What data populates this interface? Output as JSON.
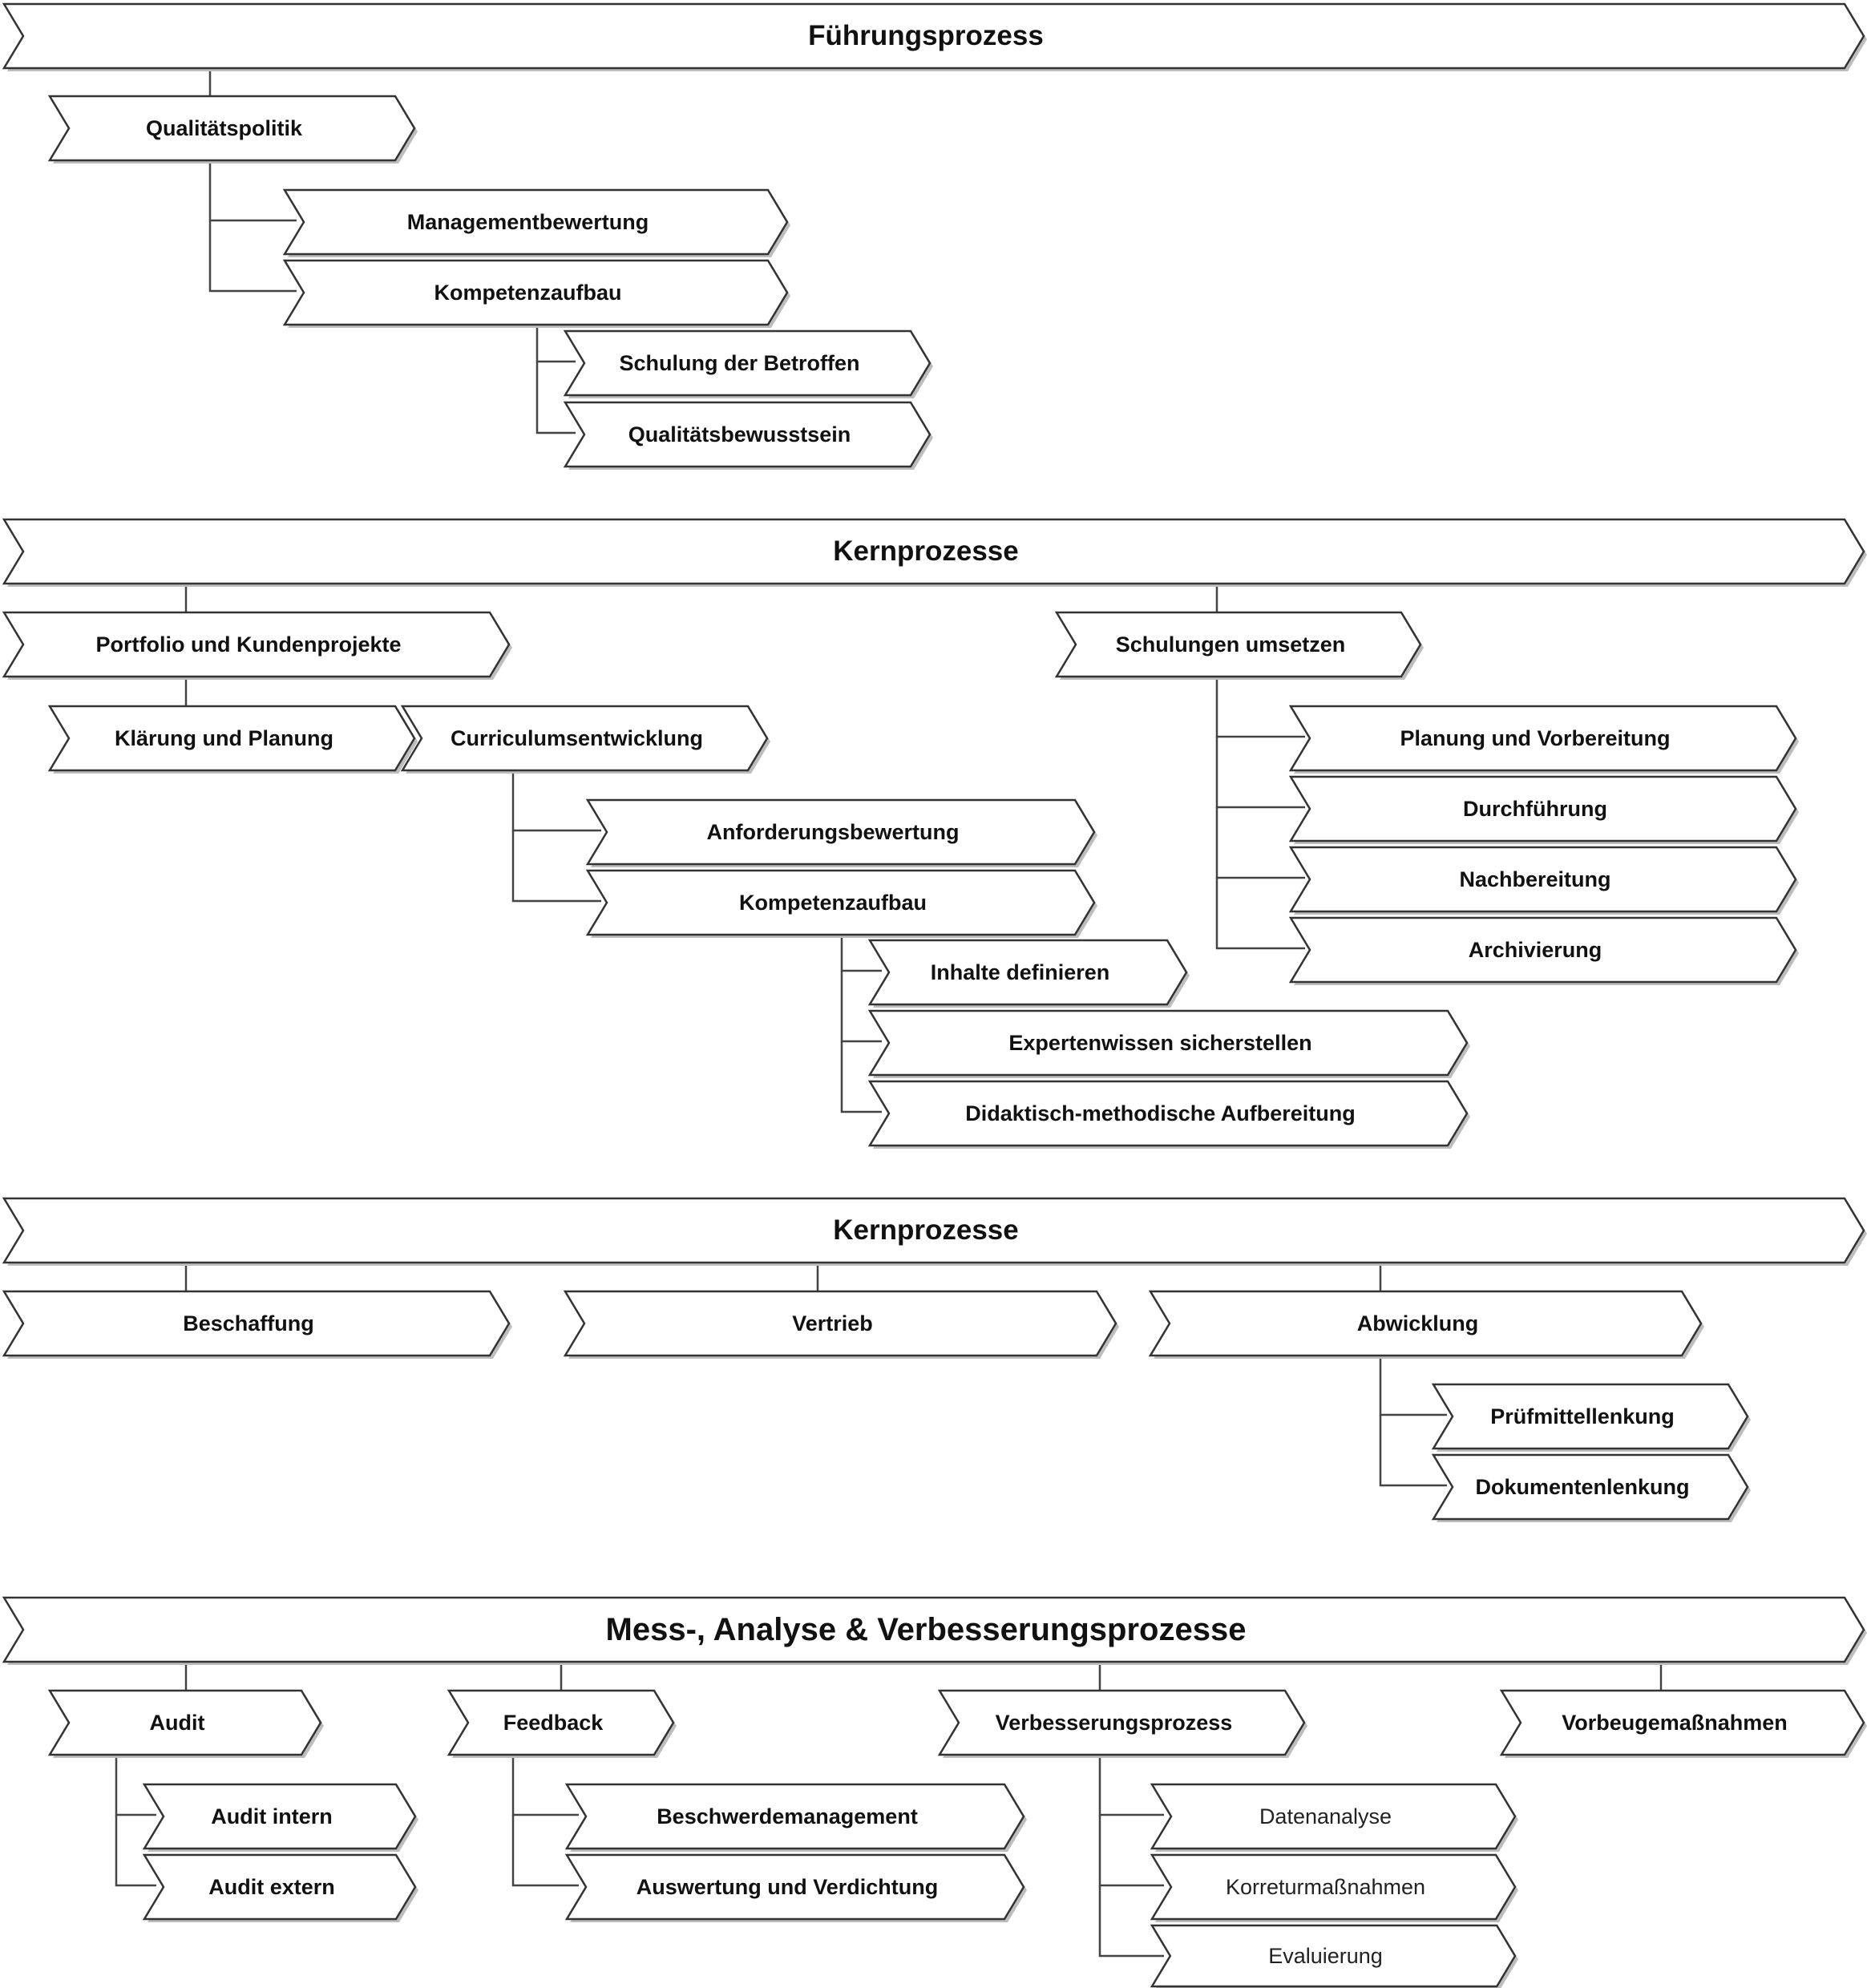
{
  "sections": [
    {
      "title": "Führungsprozess",
      "nodes": {
        "qualitaetspolitik": "Qualitätspolitik",
        "managementbewertung": "Managementbewertung",
        "kompetenzaufbau": "Kompetenzaufbau",
        "schulung_der_betroffen": "Schulung der Betroffen",
        "qualitaetsbewusstsein": "Qualitätsbewusstsein"
      }
    },
    {
      "title": "Kernprozesse",
      "nodes": {
        "portfolio": "Portfolio und Kundenprojekte",
        "schulungen_umsetzen": "Schulungen umsetzen",
        "klaerung": "Klärung und Planung",
        "curriculum": "Curriculumsentwicklung",
        "anforderungsbewertung": "Anforderungsbewertung",
        "kompetenzaufbau": "Kompetenzaufbau",
        "inhalte": "Inhalte definieren",
        "expertenwissen": "Expertenwissen sicherstellen",
        "didaktisch": "Didaktisch-methodische Aufbereitung",
        "planung_vorbereitung": "Planung und Vorbereitung",
        "durchfuehrung": "Durchführung",
        "nachbereitung": "Nachbereitung",
        "archivierung": "Archivierung"
      }
    },
    {
      "title": "Kernprozesse",
      "nodes": {
        "beschaffung": "Beschaffung",
        "vertrieb": "Vertrieb",
        "abwicklung": "Abwicklung",
        "pruefmittellenkung": "Prüfmittellenkung",
        "dokumentenlenkung": "Dokumentenlenkung"
      }
    },
    {
      "title": "Mess-, Analyse & Verbesserungsprozesse",
      "nodes": {
        "audit": "Audit",
        "feedback": "Feedback",
        "verbesserungsprozess": "Verbesserungsprozess",
        "vorbeugemassnahmen": "Vorbeugemaßnahmen",
        "audit_intern": "Audit intern",
        "audit_extern": "Audit extern",
        "beschwerdemanagement": "Beschwerdemanagement",
        "auswertung": "Auswertung und Verdichtung",
        "datenanalyse": "Datenanalyse",
        "korreturmassnahmen": "Korreturmaßnahmen",
        "evaluierung": "Evaluierung"
      }
    }
  ],
  "colors": {
    "shape_fill": "#ffffff",
    "shape_stroke": "#333333",
    "shadow": "#bdbdbd",
    "connector": "#444444"
  }
}
